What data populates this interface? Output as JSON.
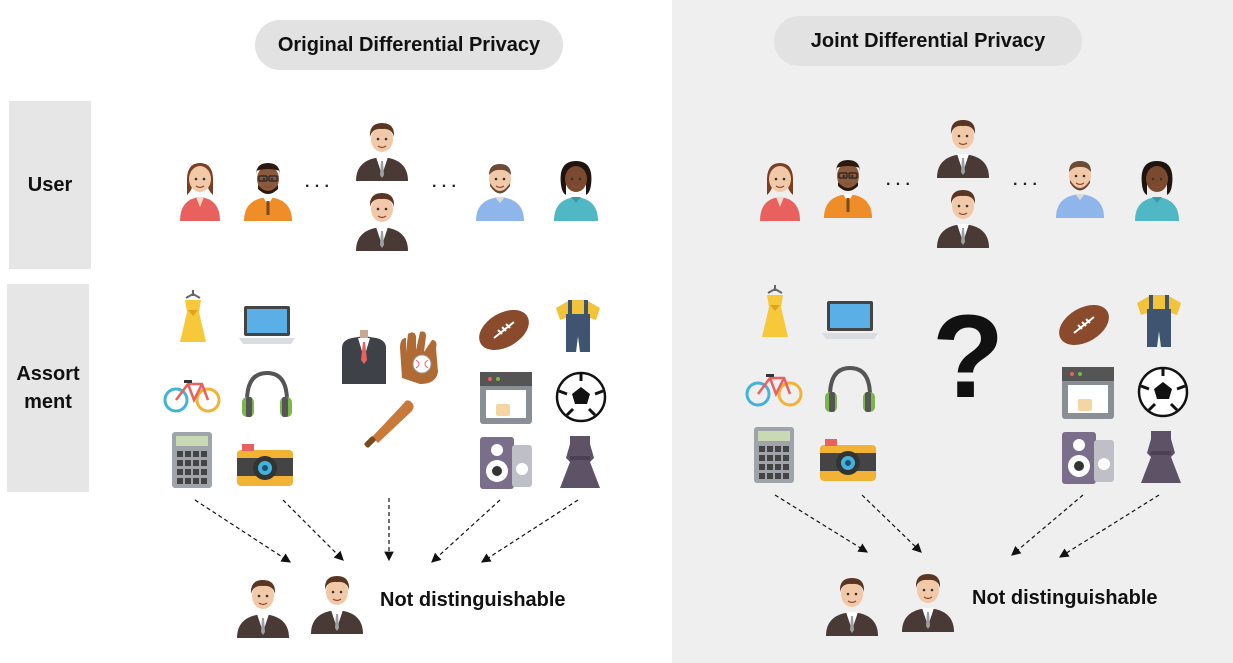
{
  "panels": {
    "left": {
      "title": "Original Differential Privacy"
    },
    "right": {
      "title": "Joint Differential Privacy"
    }
  },
  "row_labels": {
    "user": "User",
    "assortment_line1": "Assort",
    "assortment_line2": "ment"
  },
  "ellipsis": "· · ·",
  "unknown_assortment": "?",
  "conclusion": "Not distinguishable",
  "colors": {
    "right_panel_bg": "#efefef",
    "pill_bg": "#e2e2e2",
    "label_bg": "#e6e6e6",
    "suit": "#4a3a36",
    "skin": "#f2c9a8"
  },
  "icons": {
    "users": [
      "woman-red-icon",
      "man-orange-icon",
      "man-suit-icon",
      "man-blue-icon",
      "woman-teal-icon"
    ],
    "items": [
      "dress-icon",
      "laptop-icon",
      "bicycle-icon",
      "headphones-icon",
      "calculator-icon",
      "camera-icon",
      "suit-icon",
      "baseball-glove-icon",
      "baseball-bat-icon",
      "football-icon",
      "overalls-icon",
      "coffee-machine-icon",
      "soccer-ball-icon",
      "speaker-icon",
      "sleeveless-dress-icon"
    ]
  }
}
